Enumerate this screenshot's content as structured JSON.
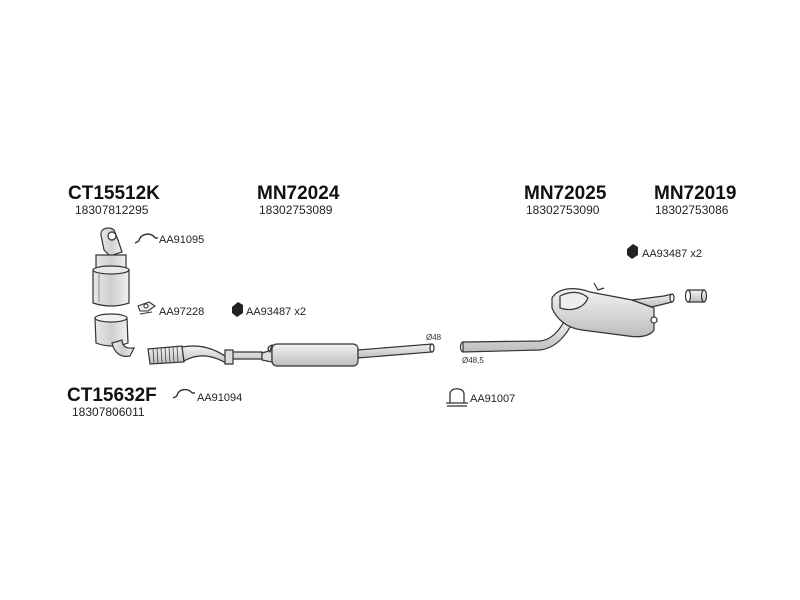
{
  "parts": [
    {
      "code": "CT15512K",
      "oem": "18307812295"
    },
    {
      "code": "MN72024",
      "oem": "18302753089"
    },
    {
      "code": "MN72025",
      "oem": "18302753090"
    },
    {
      "code": "MN72019",
      "oem": "18302753086"
    },
    {
      "code": "CT15632F",
      "oem": "18307806011"
    }
  ],
  "accessories": [
    {
      "code": "AA91095",
      "icon": "clamp-icon"
    },
    {
      "code": "AA97228",
      "icon": "gasket-icon"
    },
    {
      "code": "AA93487 x2",
      "icon": "rubber-mount-icon"
    },
    {
      "code": "AA93487 x2",
      "icon": "rubber-mount-icon"
    },
    {
      "code": "AA91094",
      "icon": "clamp-icon"
    },
    {
      "code": "AA91007",
      "icon": "u-clamp-icon"
    }
  ],
  "dimensions": [
    "Ø48",
    "Ø48,5"
  ],
  "colors": {
    "line": "#333333",
    "fill": "#e6e6e6",
    "dark": "#222222"
  }
}
